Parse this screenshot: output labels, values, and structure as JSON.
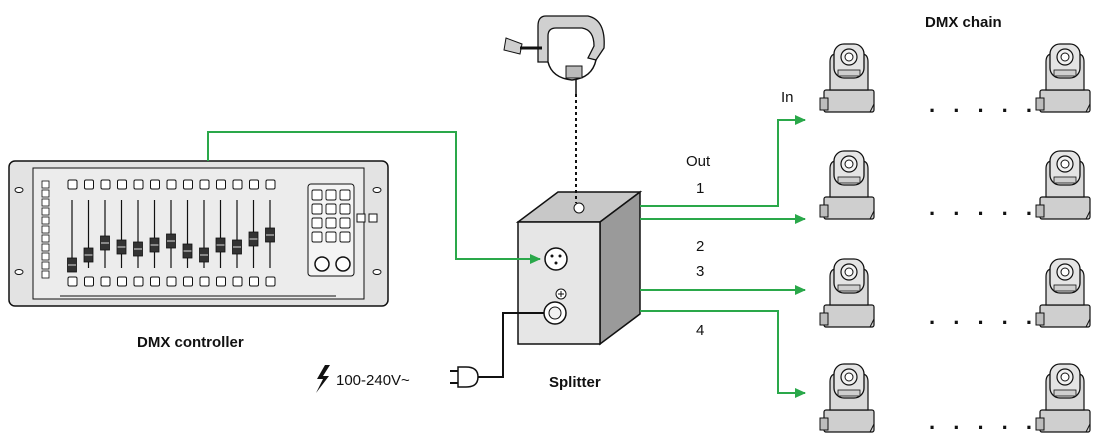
{
  "labels": {
    "dmx_chain": "DMX chain",
    "dmx_controller": "DMX controller",
    "splitter": "Splitter",
    "in": "In",
    "out": "Out",
    "power": "100-240V~"
  },
  "outputs": [
    "1",
    "2",
    "3",
    "4"
  ],
  "chain_dots": ". . . . .",
  "colors": {
    "signal": "#2aa84a",
    "line": "#111111",
    "device_fill": "#d6d6d6",
    "box_front": "#e6e6e6",
    "box_side": "#9a9a9a",
    "box_top": "#c8c8c8"
  }
}
